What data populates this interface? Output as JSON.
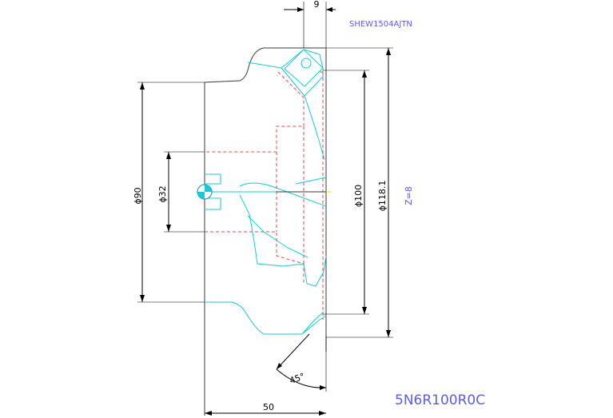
{
  "insert_code": "SHEW1504AJTN",
  "teeth": "Z=8",
  "model": "5N6R100R0C",
  "dimensions": {
    "top_width": "9",
    "hub_dia": "ϕ90",
    "bore_dia": "ϕ32",
    "cut_dia": "ϕ100",
    "outer_dia": "ϕ118.1",
    "length": "50",
    "angle": "45°"
  },
  "colors": {
    "outline": "#3a3a3a",
    "insert": "#19c9d6",
    "hidden": "#e34b4b",
    "label": "#5c5ce6"
  }
}
